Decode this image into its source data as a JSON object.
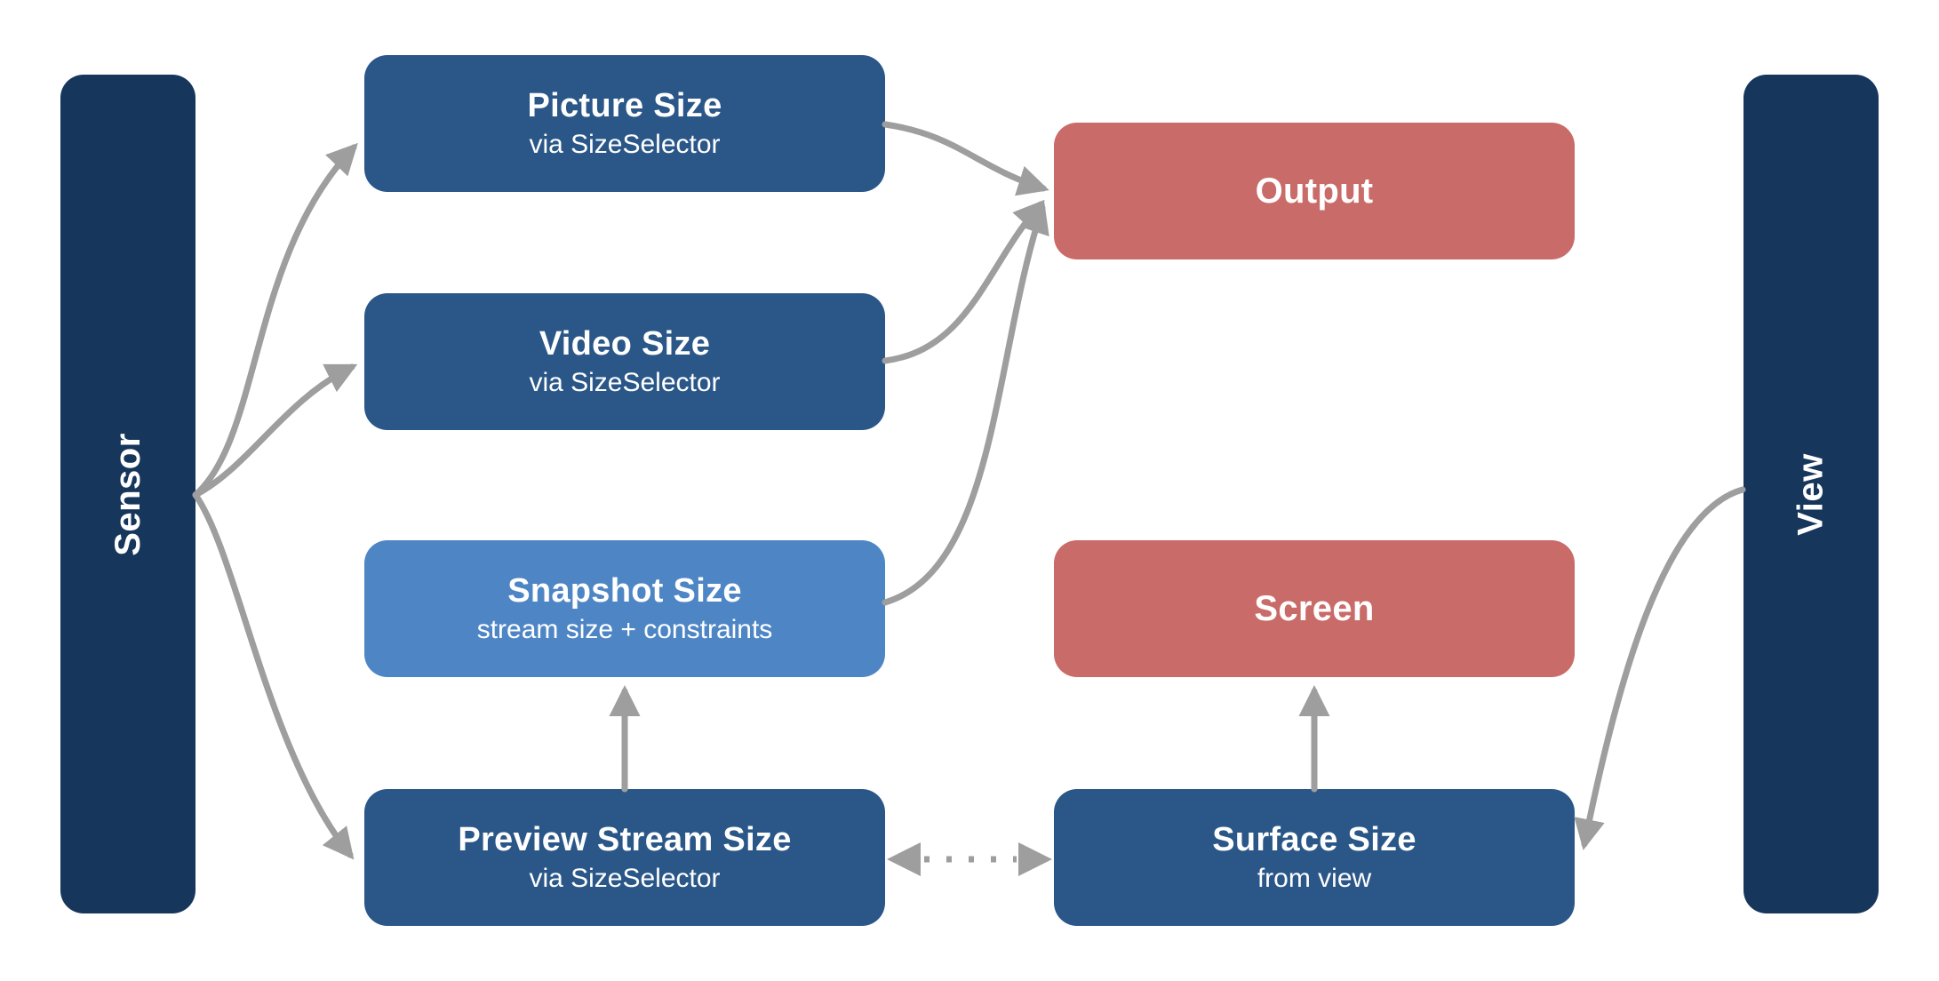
{
  "diagram": {
    "rails": {
      "sensor": {
        "label": "Sensor"
      },
      "view": {
        "label": "View"
      }
    },
    "nodes": {
      "picture": {
        "title": "Picture Size",
        "subtitle": "via SizeSelector"
      },
      "video": {
        "title": "Video Size",
        "subtitle": "via SizeSelector"
      },
      "snapshot": {
        "title": "Snapshot Size",
        "subtitle": "stream size + constraints"
      },
      "preview": {
        "title": "Preview Stream Size",
        "subtitle": "via SizeSelector"
      },
      "output": {
        "title": "Output"
      },
      "screen": {
        "title": "Screen"
      },
      "surface": {
        "title": "Surface Size",
        "subtitle": "from view"
      }
    },
    "edges": [
      {
        "from": "sensor",
        "to": "picture",
        "style": "solid",
        "arrow": "end"
      },
      {
        "from": "sensor",
        "to": "video",
        "style": "solid",
        "arrow": "end"
      },
      {
        "from": "sensor",
        "to": "preview",
        "style": "solid",
        "arrow": "end"
      },
      {
        "from": "picture",
        "to": "output",
        "style": "solid",
        "arrow": "end"
      },
      {
        "from": "video",
        "to": "output",
        "style": "solid",
        "arrow": "end"
      },
      {
        "from": "snapshot",
        "to": "output",
        "style": "solid",
        "arrow": "end"
      },
      {
        "from": "preview",
        "to": "snapshot",
        "style": "solid",
        "arrow": "end"
      },
      {
        "from": "surface",
        "to": "screen",
        "style": "solid",
        "arrow": "end"
      },
      {
        "from": "preview",
        "to": "surface",
        "style": "dotted",
        "arrow": "both"
      },
      {
        "from": "view",
        "to": "surface",
        "style": "solid",
        "arrow": "end"
      }
    ],
    "colors": {
      "navy": "#17365C",
      "blue": "#2A5788",
      "light-blue": "#4E86C5",
      "red": "#C96B68",
      "arrow": "#9E9E9E",
      "text": "#FFFFFF",
      "bg": "#FFFFFF"
    }
  }
}
